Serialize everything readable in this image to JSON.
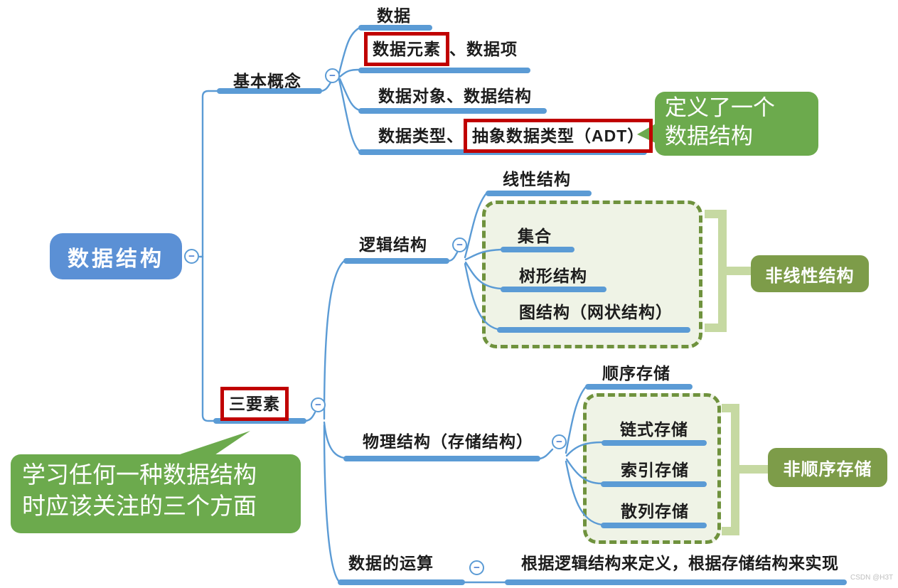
{
  "map": {
    "root": "数据结构",
    "basic": {
      "label": "基本概念",
      "data": "数据",
      "element_boxed": "数据元素",
      "element_rest": "、数据项",
      "object_row": "数据对象、数据结构",
      "type_prefix": "数据类型、",
      "adt_boxed": "抽象数据类型（ADT）"
    },
    "three": {
      "label": "三要素",
      "logical": {
        "label": "逻辑结构",
        "linear": "线性结构",
        "set": "集合",
        "tree": "树形结构",
        "graph": "图结构（网状结构）",
        "nonlinear": "非线性结构"
      },
      "physical": {
        "label": "物理结构（存储结构）",
        "sequential": "顺序存储",
        "linked": "链式存储",
        "indexed": "索引存储",
        "hashed": "散列存储",
        "nonsequential": "非顺序存储"
      },
      "operations": {
        "label": "数据的运算",
        "note": "根据逻辑结构来定义，根据存储结构来实现"
      }
    }
  },
  "callouts": {
    "adt": {
      "line1": "定义了一个",
      "line2": "数据结构"
    },
    "three": {
      "line1": "学习任何一种数据结构",
      "line2": "时应该关注的三个方面"
    }
  },
  "icons": {
    "collapse": "−"
  },
  "watermark": "CSDN @H3T",
  "colors": {
    "line_blue": "#5b9bd5",
    "root_blue": "#5b90d5",
    "callout_green": "#6caa4d",
    "olive_green": "#7d9c49",
    "bracket_green": "#c6d9a2",
    "dotted_border": "#6f923d",
    "dotted_fill": "#eff3e6",
    "highlight_red": "#c00000"
  }
}
